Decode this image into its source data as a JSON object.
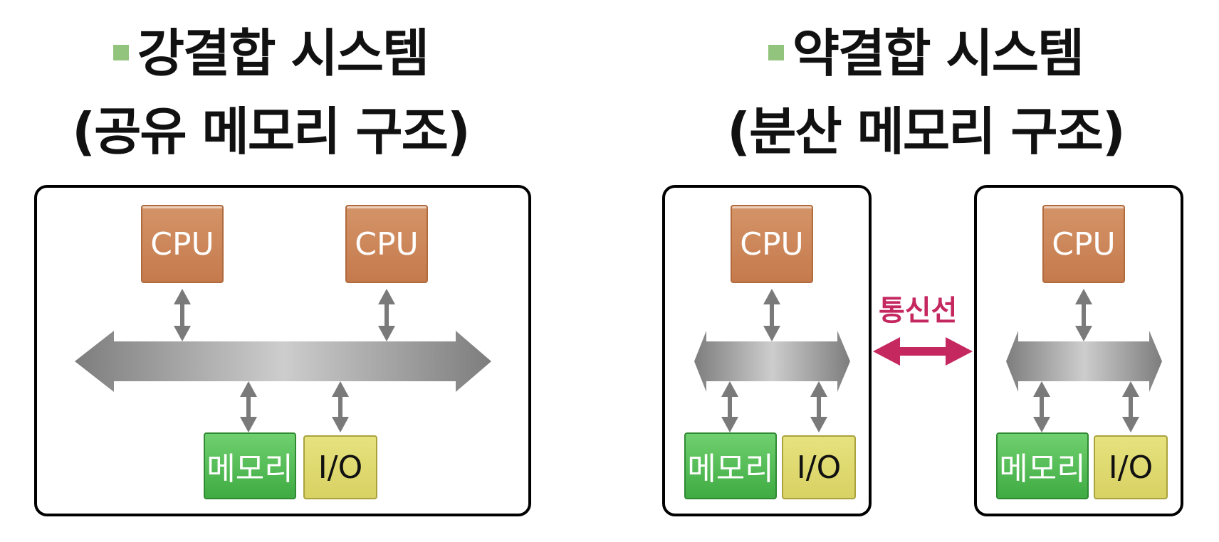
{
  "left": {
    "title_line1": "강결합 시스템",
    "title_line2": "(공유 메모리 구조)",
    "cpu_labels": [
      "CPU",
      "CPU"
    ],
    "memory_label": "메모리",
    "io_label": "I/O"
  },
  "right": {
    "title_line1": "약결합 시스템",
    "title_line2": "(분산 메모리 구조)",
    "link_label": "통신선",
    "nodes": [
      {
        "cpu_label": "CPU",
        "memory_label": "메모리",
        "io_label": "I/O"
      },
      {
        "cpu_label": "CPU",
        "memory_label": "메모리",
        "io_label": "I/O"
      }
    ]
  },
  "colors": {
    "bullet": "#93c47d",
    "cpu": "#c98157",
    "memory": "#4cbb4f",
    "io": "#d8d163",
    "bus": "#a0a0a0",
    "link": "#c4285f"
  }
}
